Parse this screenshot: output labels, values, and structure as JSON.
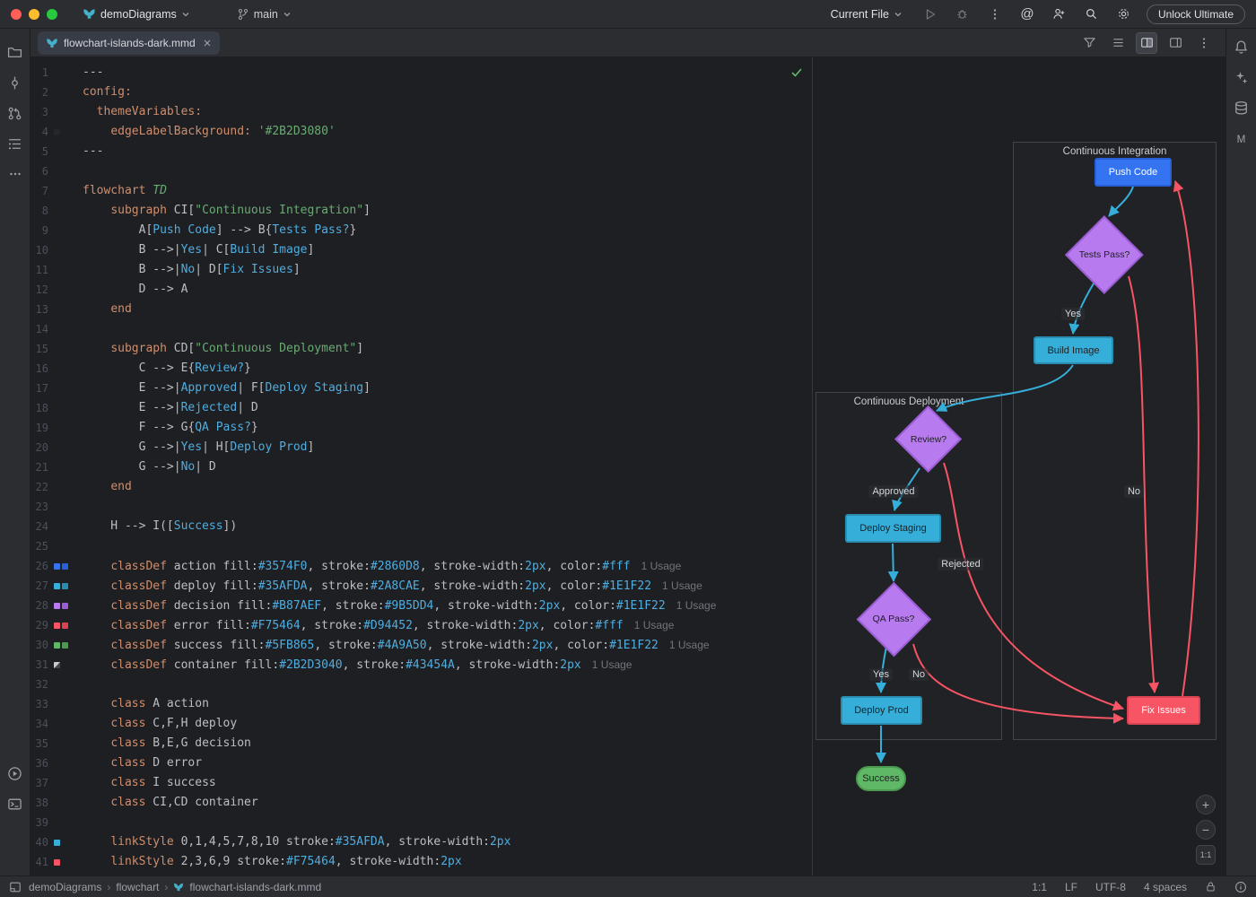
{
  "titlebar": {
    "project": "demoDiagrams",
    "branch": "main",
    "run_config": "Current File",
    "unlock_label": "Unlock Ultimate"
  },
  "tabbar": {
    "tab_title": "flowchart-islands-dark.mmd"
  },
  "icons": {
    "ai_at": "@"
  },
  "editor": {
    "lines": [
      {
        "n": 1,
        "t": [
          [
            "d",
            "---"
          ]
        ]
      },
      {
        "n": 2,
        "t": [
          [
            "k",
            "config:"
          ]
        ]
      },
      {
        "n": 3,
        "t": [
          [
            "d",
            "  "
          ],
          [
            "k",
            "themeVariables:"
          ]
        ]
      },
      {
        "n": 4,
        "sw": [
          "#2B2D3080"
        ],
        "t": [
          [
            "d",
            "    "
          ],
          [
            "k",
            "edgeLabelBackground:"
          ],
          [
            "d",
            " "
          ],
          [
            "s",
            "'#2B2D3080'"
          ]
        ]
      },
      {
        "n": 5,
        "t": [
          [
            "d",
            "---"
          ]
        ]
      },
      {
        "n": 6,
        "t": []
      },
      {
        "n": 7,
        "t": [
          [
            "k",
            "flowchart"
          ],
          [
            "d",
            " "
          ],
          [
            "i",
            "TD"
          ]
        ]
      },
      {
        "n": 8,
        "t": [
          [
            "d",
            "    "
          ],
          [
            "k",
            "subgraph"
          ],
          [
            "d",
            " CI["
          ],
          [
            "s",
            "\"Continuous Integration\""
          ],
          [
            "d",
            "]"
          ]
        ]
      },
      {
        "n": 9,
        "t": [
          [
            "d",
            "        A["
          ],
          [
            "c",
            "Push Code"
          ],
          [
            "d",
            "] --> B{"
          ],
          [
            "c",
            "Tests Pass?"
          ],
          [
            "d",
            "}"
          ]
        ]
      },
      {
        "n": 10,
        "t": [
          [
            "d",
            "        B -->|"
          ],
          [
            "c",
            "Yes"
          ],
          [
            "d",
            "| C["
          ],
          [
            "c",
            "Build Image"
          ],
          [
            "d",
            "]"
          ]
        ]
      },
      {
        "n": 11,
        "t": [
          [
            "d",
            "        B -->|"
          ],
          [
            "c",
            "No"
          ],
          [
            "d",
            "| D["
          ],
          [
            "c",
            "Fix Issues"
          ],
          [
            "d",
            "]"
          ]
        ]
      },
      {
        "n": 12,
        "t": [
          [
            "d",
            "        D --> A"
          ]
        ]
      },
      {
        "n": 13,
        "t": [
          [
            "d",
            "    "
          ],
          [
            "k",
            "end"
          ]
        ]
      },
      {
        "n": 14,
        "t": []
      },
      {
        "n": 15,
        "t": [
          [
            "d",
            "    "
          ],
          [
            "k",
            "subgraph"
          ],
          [
            "d",
            " CD["
          ],
          [
            "s",
            "\"Continuous Deployment\""
          ],
          [
            "d",
            "]"
          ]
        ]
      },
      {
        "n": 16,
        "t": [
          [
            "d",
            "        C --> E{"
          ],
          [
            "c",
            "Review?"
          ],
          [
            "d",
            "}"
          ]
        ]
      },
      {
        "n": 17,
        "t": [
          [
            "d",
            "        E -->|"
          ],
          [
            "c",
            "Approved"
          ],
          [
            "d",
            "| F["
          ],
          [
            "c",
            "Deploy Staging"
          ],
          [
            "d",
            "]"
          ]
        ]
      },
      {
        "n": 18,
        "t": [
          [
            "d",
            "        E -->|"
          ],
          [
            "c",
            "Rejected"
          ],
          [
            "d",
            "| D"
          ]
        ]
      },
      {
        "n": 19,
        "t": [
          [
            "d",
            "        F --> G{"
          ],
          [
            "c",
            "QA Pass?"
          ],
          [
            "d",
            "}"
          ]
        ]
      },
      {
        "n": 20,
        "t": [
          [
            "d",
            "        G -->|"
          ],
          [
            "c",
            "Yes"
          ],
          [
            "d",
            "| H["
          ],
          [
            "c",
            "Deploy Prod"
          ],
          [
            "d",
            "]"
          ]
        ]
      },
      {
        "n": 21,
        "t": [
          [
            "d",
            "        G -->|"
          ],
          [
            "c",
            "No"
          ],
          [
            "d",
            "| D"
          ]
        ]
      },
      {
        "n": 22,
        "t": [
          [
            "d",
            "    "
          ],
          [
            "k",
            "end"
          ]
        ]
      },
      {
        "n": 23,
        "t": []
      },
      {
        "n": 24,
        "t": [
          [
            "d",
            "    H --> I(["
          ],
          [
            "c",
            "Success"
          ],
          [
            "d",
            "])"
          ]
        ]
      },
      {
        "n": 25,
        "t": []
      },
      {
        "n": 26,
        "sw": [
          "#3574F0",
          "#2860D8"
        ],
        "t": [
          [
            "d",
            "    "
          ],
          [
            "k",
            "classDef"
          ],
          [
            "d",
            " action fill:"
          ],
          [
            "c",
            "#3574F0"
          ],
          [
            "d",
            ", stroke:"
          ],
          [
            "c",
            "#2860D8"
          ],
          [
            "d",
            ", stroke-width:"
          ],
          [
            "c",
            "2px"
          ],
          [
            "d",
            ", color:"
          ],
          [
            "c",
            "#fff"
          ],
          [
            "u",
            "1 Usage"
          ]
        ]
      },
      {
        "n": 27,
        "sw": [
          "#35AFDA",
          "#2A8CAE"
        ],
        "t": [
          [
            "d",
            "    "
          ],
          [
            "k",
            "classDef"
          ],
          [
            "d",
            " deploy fill:"
          ],
          [
            "c",
            "#35AFDA"
          ],
          [
            "d",
            ", stroke:"
          ],
          [
            "c",
            "#2A8CAE"
          ],
          [
            "d",
            ", stroke-width:"
          ],
          [
            "c",
            "2px"
          ],
          [
            "d",
            ", color:"
          ],
          [
            "c",
            "#1E1F22"
          ],
          [
            "u",
            "1 Usage"
          ]
        ]
      },
      {
        "n": 28,
        "sw": [
          "#B87AEF",
          "#9B5DD4"
        ],
        "t": [
          [
            "d",
            "    "
          ],
          [
            "k",
            "classDef"
          ],
          [
            "d",
            " decision fill:"
          ],
          [
            "c",
            "#B87AEF"
          ],
          [
            "d",
            ", stroke:"
          ],
          [
            "c",
            "#9B5DD4"
          ],
          [
            "d",
            ", stroke-width:"
          ],
          [
            "c",
            "2px"
          ],
          [
            "d",
            ", color:"
          ],
          [
            "c",
            "#1E1F22"
          ],
          [
            "u",
            "1 Usage"
          ]
        ]
      },
      {
        "n": 29,
        "sw": [
          "#F75464",
          "#D94452"
        ],
        "t": [
          [
            "d",
            "    "
          ],
          [
            "k",
            "classDef"
          ],
          [
            "d",
            " error fill:"
          ],
          [
            "c",
            "#F75464"
          ],
          [
            "d",
            ", stroke:"
          ],
          [
            "c",
            "#D94452"
          ],
          [
            "d",
            ", stroke-width:"
          ],
          [
            "c",
            "2px"
          ],
          [
            "d",
            ", color:"
          ],
          [
            "c",
            "#fff"
          ],
          [
            "u",
            "1 Usage"
          ]
        ]
      },
      {
        "n": 30,
        "sw": [
          "#5FB865",
          "#4A9A50"
        ],
        "t": [
          [
            "d",
            "    "
          ],
          [
            "k",
            "classDef"
          ],
          [
            "d",
            " success fill:"
          ],
          [
            "c",
            "#5FB865"
          ],
          [
            "d",
            ", stroke:"
          ],
          [
            "c",
            "#4A9A50"
          ],
          [
            "d",
            ", stroke-width:"
          ],
          [
            "c",
            "2px"
          ],
          [
            "d",
            ", color:"
          ],
          [
            "c",
            "#1E1F22"
          ],
          [
            "u",
            "1 Usage"
          ]
        ]
      },
      {
        "n": 31,
        "sw": [
          "diag"
        ],
        "t": [
          [
            "d",
            "    "
          ],
          [
            "k",
            "classDef"
          ],
          [
            "d",
            " container fill:"
          ],
          [
            "c",
            "#2B2D3040"
          ],
          [
            "d",
            ", stroke:"
          ],
          [
            "c",
            "#43454A"
          ],
          [
            "d",
            ", stroke-width:"
          ],
          [
            "c",
            "2px"
          ],
          [
            "u",
            "1 Usage"
          ]
        ]
      },
      {
        "n": 32,
        "t": []
      },
      {
        "n": 33,
        "t": [
          [
            "d",
            "    "
          ],
          [
            "k",
            "class"
          ],
          [
            "d",
            " A action"
          ]
        ]
      },
      {
        "n": 34,
        "t": [
          [
            "d",
            "    "
          ],
          [
            "k",
            "class"
          ],
          [
            "d",
            " C,F,H deploy"
          ]
        ]
      },
      {
        "n": 35,
        "t": [
          [
            "d",
            "    "
          ],
          [
            "k",
            "class"
          ],
          [
            "d",
            " B,E,G decision"
          ]
        ]
      },
      {
        "n": 36,
        "t": [
          [
            "d",
            "    "
          ],
          [
            "k",
            "class"
          ],
          [
            "d",
            " D error"
          ]
        ]
      },
      {
        "n": 37,
        "t": [
          [
            "d",
            "    "
          ],
          [
            "k",
            "class"
          ],
          [
            "d",
            " I success"
          ]
        ]
      },
      {
        "n": 38,
        "t": [
          [
            "d",
            "    "
          ],
          [
            "k",
            "class"
          ],
          [
            "d",
            " CI,CD container"
          ]
        ]
      },
      {
        "n": 39,
        "t": []
      },
      {
        "n": 40,
        "sw": [
          "#35AFDA"
        ],
        "t": [
          [
            "d",
            "    "
          ],
          [
            "k",
            "linkStyle"
          ],
          [
            "d",
            " 0,1,4,5,7,8,10 stroke:"
          ],
          [
            "c",
            "#35AFDA"
          ],
          [
            "d",
            ", stroke-width:"
          ],
          [
            "c",
            "2px"
          ]
        ]
      },
      {
        "n": 41,
        "sw": [
          "#F75464"
        ],
        "t": [
          [
            "d",
            "    "
          ],
          [
            "k",
            "linkStyle"
          ],
          [
            "d",
            " 2,3,6,9 stroke:"
          ],
          [
            "c",
            "#F75464"
          ],
          [
            "d",
            ", stroke-width:"
          ],
          [
            "c",
            "2px"
          ]
        ]
      }
    ]
  },
  "preview": {
    "containers": {
      "ci": "Continuous Integration",
      "cd": "Continuous Deployment"
    },
    "nodes": {
      "push_code": "Push Code",
      "tests_pass": "Tests Pass?",
      "build_image": "Build Image",
      "fix_issues": "Fix Issues",
      "review": "Review?",
      "deploy_staging": "Deploy Staging",
      "qa_pass": "QA Pass?",
      "deploy_prod": "Deploy Prod",
      "success": "Success"
    },
    "edge_labels": {
      "yes1": "Yes",
      "no1": "No",
      "approved": "Approved",
      "rejected": "Rejected",
      "yes2": "Yes",
      "no2": "No"
    },
    "zoom": {
      "zoom_in": "+",
      "zoom_out": "−",
      "reset": "1:1"
    },
    "colors": {
      "action_fill": "#3574F0",
      "action_stroke": "#2860D8",
      "deploy_fill": "#35AFDA",
      "deploy_stroke": "#2A8CAE",
      "decision_fill": "#B87AEF",
      "decision_stroke": "#9B5DD4",
      "error_fill": "#F75464",
      "error_stroke": "#D94452",
      "success_fill": "#5FB865",
      "success_stroke": "#4A9A50",
      "container_stroke": "#43454A",
      "edge_cyan": "#35AFDA",
      "edge_red": "#F75464"
    }
  },
  "statusbar": {
    "breadcrumbs": [
      "demoDiagrams",
      "flowchart",
      "flowchart-islands-dark.mmd"
    ],
    "caret": "1:1",
    "line_ending": "LF",
    "encoding": "UTF-8",
    "indent": "4 spaces"
  }
}
